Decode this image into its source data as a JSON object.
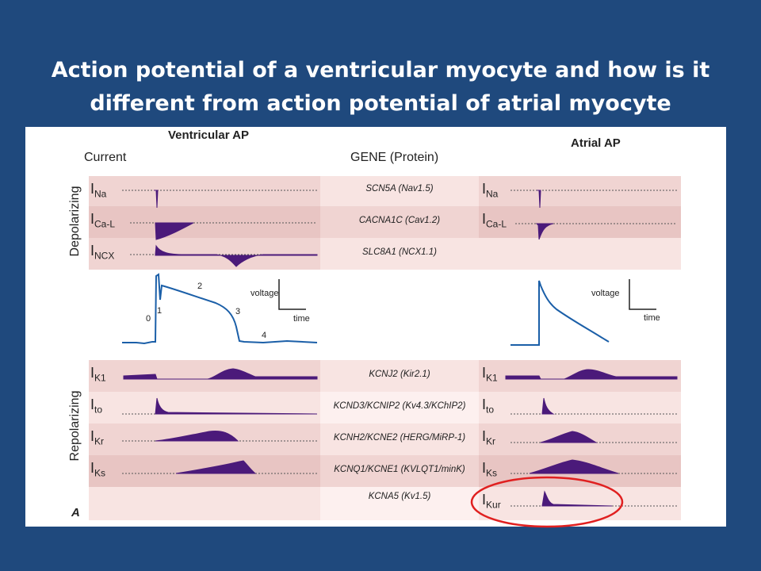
{
  "title": {
    "line1": "Action potential of a ventricular myocyte and how is it",
    "line2": "different from action potential of atrial myocyte"
  },
  "headers": {
    "ventricular": "Ventricular AP",
    "atrial": "Atrial AP",
    "current": "Current",
    "gene": "GENE (Protein)"
  },
  "side_labels": {
    "depolarizing": "Depolarizing",
    "repolarizing": "Repolarizing"
  },
  "panel_letter": "A",
  "depolarizing_rows": [
    {
      "current": "I",
      "sub": "Na",
      "gene": "SCN5A (Nav1.5)",
      "atrial_sub": "Na"
    },
    {
      "current": "I",
      "sub": "Ca-L",
      "gene": "CACNA1C (Cav1.2)",
      "atrial_sub": "Ca-L"
    },
    {
      "current": "I",
      "sub": "NCX",
      "gene": "SLC8A1 (NCX1.1)",
      "atrial_sub": ""
    }
  ],
  "repolarizing_rows": [
    {
      "current": "I",
      "sub": "K1",
      "gene": "KCNJ2 (Kir2.1)",
      "atrial_sub": "K1"
    },
    {
      "current": "I",
      "sub": "to",
      "gene": "KCND3/KCNIP2  (Kv4.3/KChIP2)",
      "atrial_sub": "to"
    },
    {
      "current": "I",
      "sub": "Kr",
      "gene": "KCNH2/KCNE2 (HERG/MiRP-1)",
      "atrial_sub": "Kr"
    },
    {
      "current": "I",
      "sub": "Ks",
      "gene": "KCNQ1/KCNE1 (KVLQT1/minK)",
      "atrial_sub": "Ks"
    },
    {
      "current": "",
      "sub": "",
      "gene": "KCNA5 (Kv1.5)",
      "atrial_sub": "Kur"
    }
  ],
  "ap_trace": {
    "phases": [
      "0",
      "1",
      "2",
      "3",
      "4"
    ],
    "voltage_label": "voltage",
    "time_label": "time"
  },
  "colors": {
    "slide_bg": "#1f497d",
    "band_dark": "#f0d4d2",
    "band_light": "#f8e4e2",
    "current_fill": "#4b1a7a",
    "ap_trace": "#1b5fa8",
    "highlight_circle": "#e02020"
  }
}
